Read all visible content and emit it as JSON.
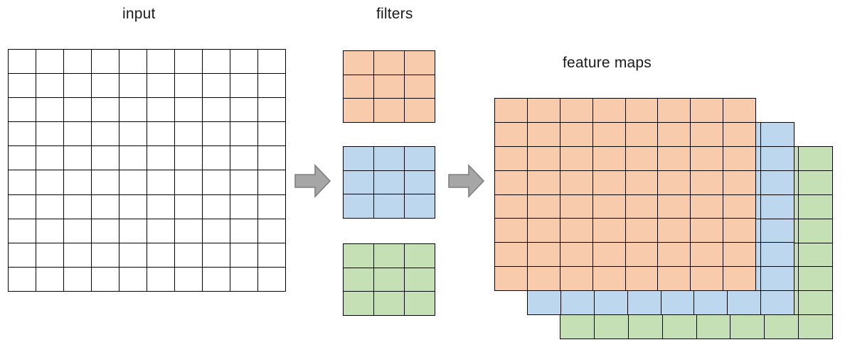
{
  "labels": {
    "input": "input",
    "filters": "filters",
    "feature_maps": "feature maps"
  },
  "colors": {
    "grid_line": "#000000",
    "input_fill": "#ffffff",
    "orange_fill": "#F8CBAD",
    "blue_fill": "#BDD7EE",
    "green_fill": "#C5E0B4",
    "arrow_fill": "#A6A6A6",
    "arrow_stroke": "#7F7F7F",
    "text_color": "#1a1a1a"
  },
  "grids": {
    "input": {
      "rows": 10,
      "cols": 10,
      "fill": "#ffffff",
      "label": "input 10x10 grid"
    },
    "filter_orange": {
      "rows": 3,
      "cols": 3,
      "fill": "#F8CBAD",
      "label": "orange 3x3 filter"
    },
    "filter_blue": {
      "rows": 3,
      "cols": 3,
      "fill": "#BDD7EE",
      "label": "blue 3x3 filter"
    },
    "filter_green": {
      "rows": 3,
      "cols": 3,
      "fill": "#C5E0B4",
      "label": "green 3x3 filter"
    },
    "feature_map_orange": {
      "rows": 8,
      "cols": 8,
      "fill": "#F8CBAD",
      "label": "orange 8x8 feature map"
    },
    "feature_map_blue": {
      "rows": 8,
      "cols": 8,
      "fill": "#BDD7EE",
      "label": "blue 8x8 feature map"
    },
    "feature_map_green": {
      "rows": 8,
      "cols": 8,
      "fill": "#C5E0B4",
      "label": "green 8x8 feature map"
    }
  },
  "icons": {
    "arrow_input_to_filters": "right-block-arrow",
    "arrow_filters_to_maps": "right-block-arrow"
  }
}
